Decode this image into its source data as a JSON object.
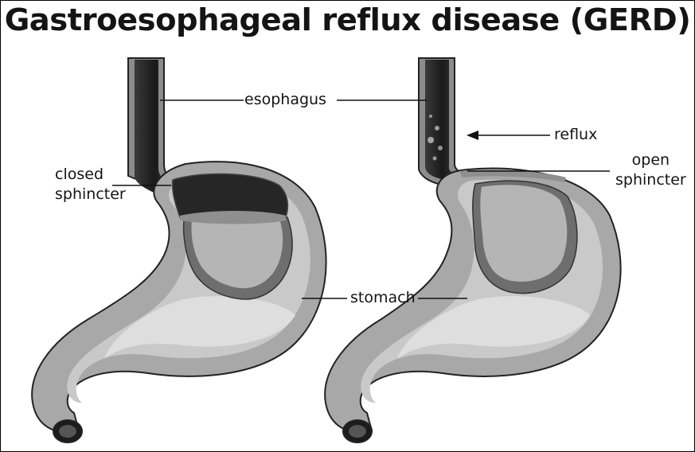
{
  "title": "Gastroesophageal reflux disease (GERD)",
  "labels": {
    "esophagus": "esophagus",
    "reflux": "reflux",
    "closed_sphincter_line1": "closed",
    "closed_sphincter_line2": "sphincter",
    "open_sphincter_line1": "open",
    "open_sphincter_line2": "sphincter",
    "stomach": "stomach"
  },
  "colors": {
    "outline": "#222222",
    "stomach_outer": "#a8a8a8",
    "stomach_inner": "#cdcdcd",
    "stomach_highlight": "#e6e6e6",
    "acid_dark": "#2a2a2a",
    "lining": "#6e6e6e",
    "leader_line": "#111111"
  }
}
